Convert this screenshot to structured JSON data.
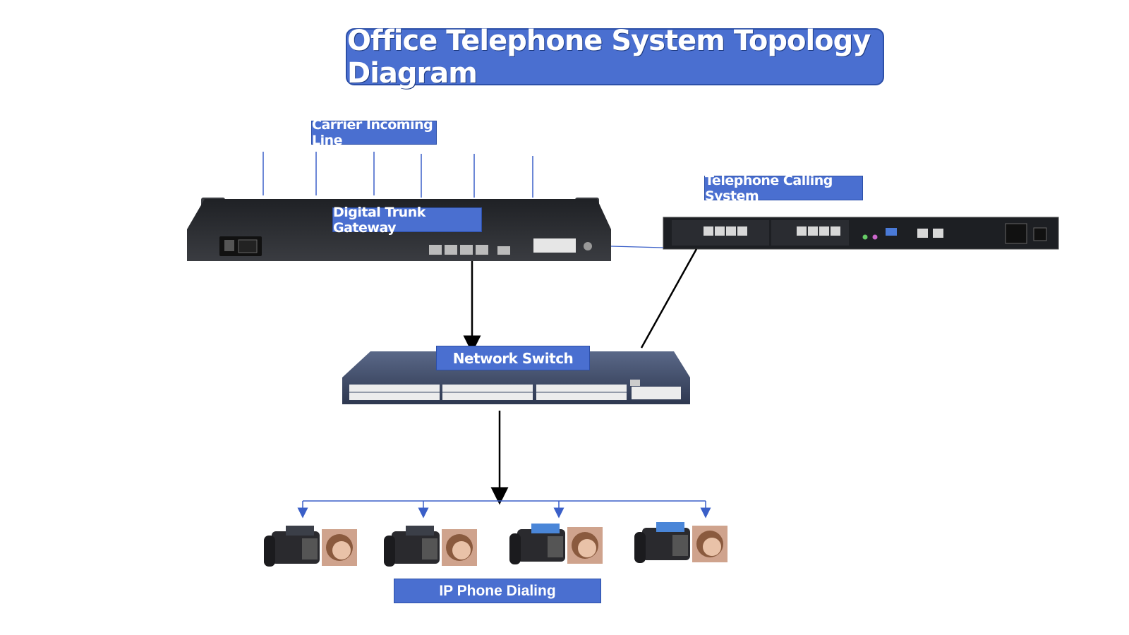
{
  "diagram": {
    "title": "Office Telephone System Topology Diagram",
    "labels": {
      "carrier_line": "Carrier Incoming Line",
      "trunk_gateway": "Digital Trunk Gateway",
      "calling_system": "Telephone Calling System",
      "network_switch": "Network Switch",
      "ip_phones": "IP Phone Dialing"
    },
    "colors": {
      "label_bg": "#4a6fd0",
      "carrier_lines": "#3a5fc8",
      "connector": "#000000",
      "phone_branch": "#3a5fc8",
      "device_body": "#2b2d31",
      "switch_body": "#3c4a66"
    },
    "carrier_line_count": 6,
    "phone_count": 4
  }
}
